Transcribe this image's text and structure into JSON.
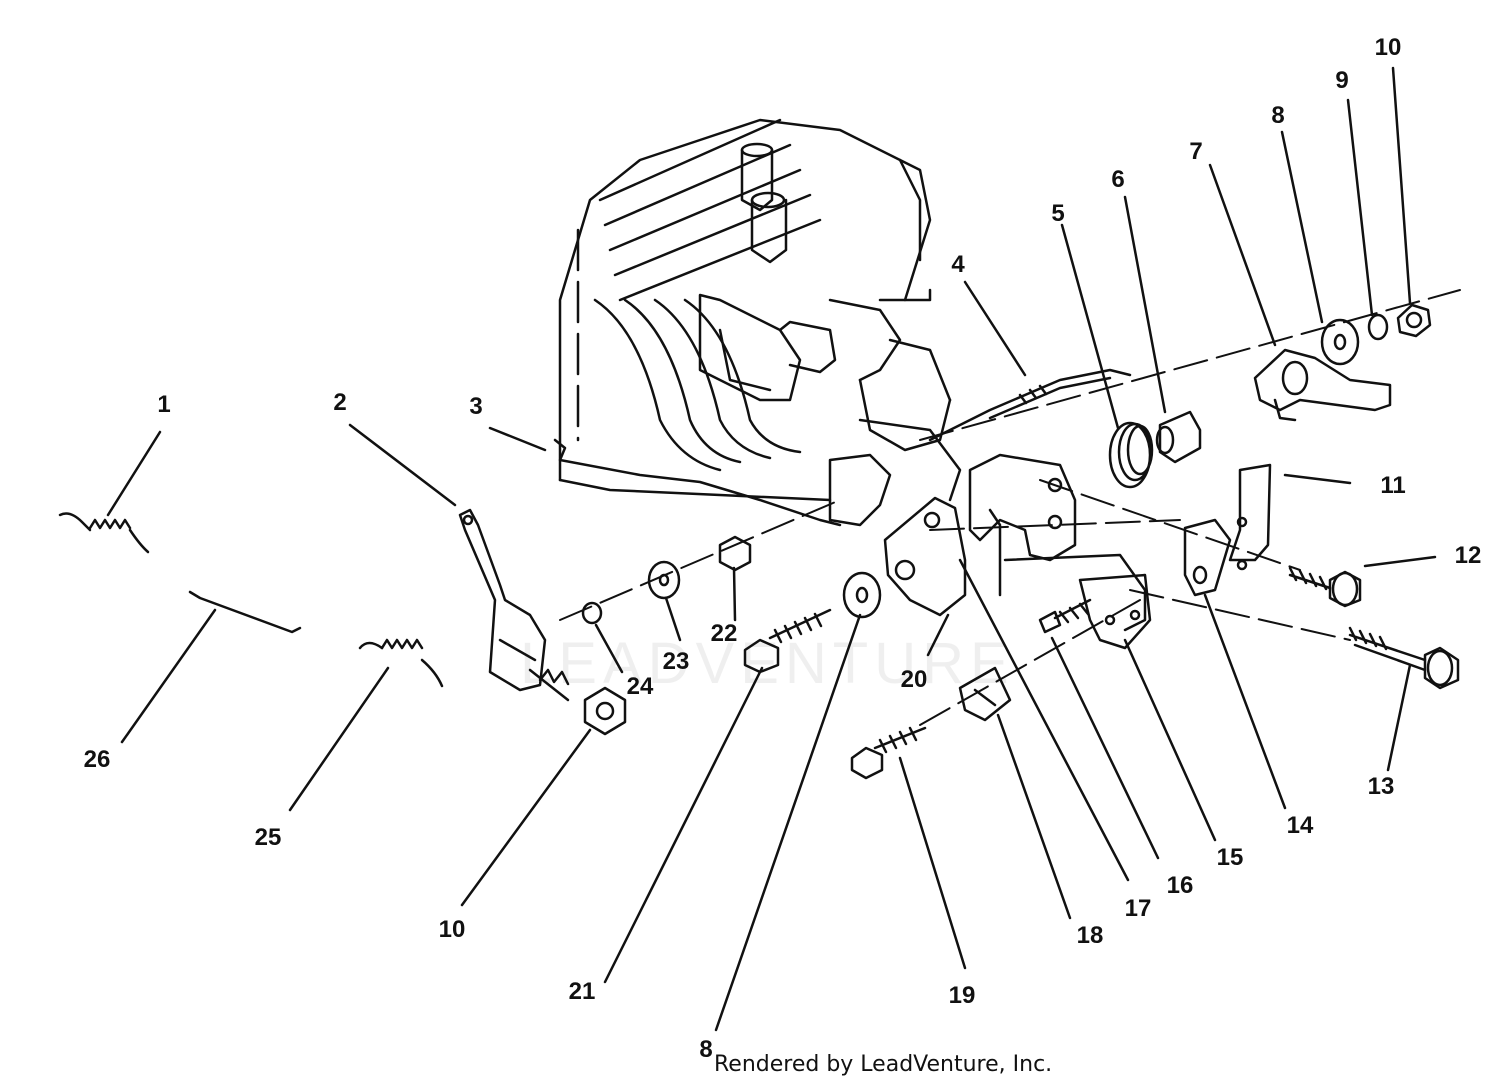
{
  "diagram": {
    "callouts": [
      {
        "id": "c1",
        "text": "1"
      },
      {
        "id": "c2",
        "text": "2"
      },
      {
        "id": "c3",
        "text": "3"
      },
      {
        "id": "c4",
        "text": "4"
      },
      {
        "id": "c5",
        "text": "5"
      },
      {
        "id": "c6",
        "text": "6"
      },
      {
        "id": "c7",
        "text": "7"
      },
      {
        "id": "c8a",
        "text": "8"
      },
      {
        "id": "c9",
        "text": "9"
      },
      {
        "id": "c10a",
        "text": "10"
      },
      {
        "id": "c11",
        "text": "11"
      },
      {
        "id": "c12",
        "text": "12"
      },
      {
        "id": "c13",
        "text": "13"
      },
      {
        "id": "c14",
        "text": "14"
      },
      {
        "id": "c15",
        "text": "15"
      },
      {
        "id": "c16",
        "text": "16"
      },
      {
        "id": "c17",
        "text": "17"
      },
      {
        "id": "c18",
        "text": "18"
      },
      {
        "id": "c19",
        "text": "19"
      },
      {
        "id": "c20",
        "text": "20"
      },
      {
        "id": "c21",
        "text": "21"
      },
      {
        "id": "c22",
        "text": "22"
      },
      {
        "id": "c23",
        "text": "23"
      },
      {
        "id": "c24",
        "text": "24"
      },
      {
        "id": "c25",
        "text": "25"
      },
      {
        "id": "c26",
        "text": "26"
      },
      {
        "id": "c10b",
        "text": "10"
      },
      {
        "id": "c8b",
        "text": "8"
      }
    ],
    "footer": "Rendered by LeadVenture, Inc.",
    "watermark": "LEADVENTURE",
    "line_color": "#111111"
  }
}
